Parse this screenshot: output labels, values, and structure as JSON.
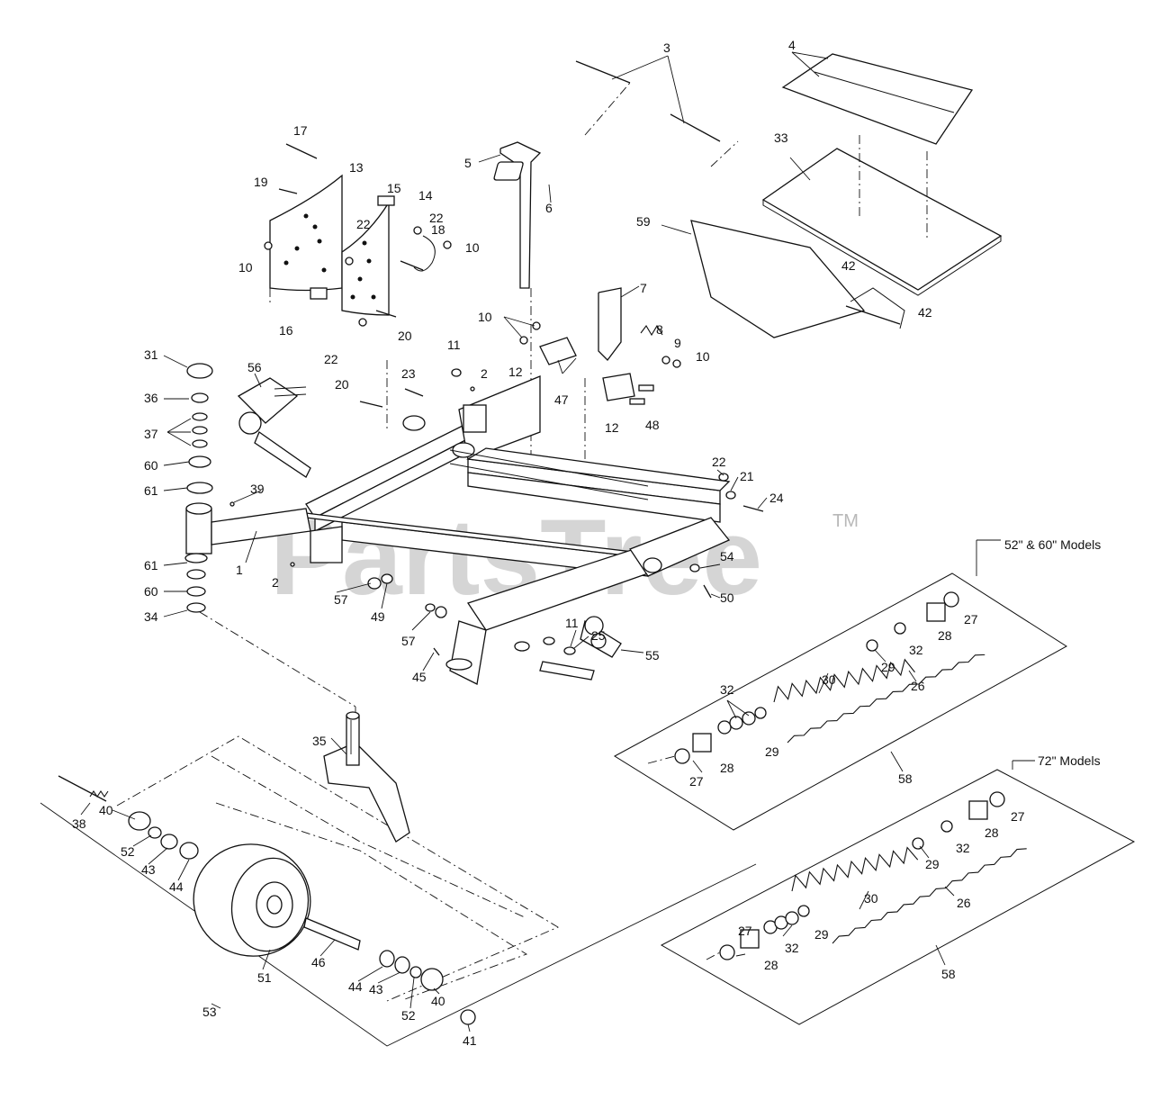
{
  "watermark": {
    "text": "PartsTree",
    "tm": "TM"
  },
  "group_labels": [
    "52\" & 60\" Models",
    "72\" Models"
  ],
  "labels": [
    "1",
    "2",
    "2",
    "3",
    "4",
    "5",
    "6",
    "7",
    "8",
    "9",
    "10",
    "10",
    "10",
    "10",
    "11",
    "11",
    "12",
    "12",
    "13",
    "14",
    "15",
    "16",
    "17",
    "18",
    "19",
    "20",
    "20",
    "21",
    "22",
    "22",
    "22",
    "22",
    "23",
    "24",
    "25",
    "26",
    "26",
    "27",
    "27",
    "27",
    "27",
    "28",
    "28",
    "28",
    "28",
    "29",
    "29",
    "29",
    "29",
    "30",
    "30",
    "31",
    "32",
    "32",
    "32",
    "32",
    "33",
    "34",
    "35",
    "36",
    "37",
    "38",
    "39",
    "40",
    "40",
    "41",
    "42",
    "42",
    "43",
    "43",
    "44",
    "44",
    "45",
    "46",
    "47",
    "48",
    "49",
    "50",
    "51",
    "52",
    "52",
    "53",
    "54",
    "55",
    "56",
    "57",
    "57",
    "58",
    "58",
    "59",
    "60",
    "60",
    "61",
    "61"
  ]
}
